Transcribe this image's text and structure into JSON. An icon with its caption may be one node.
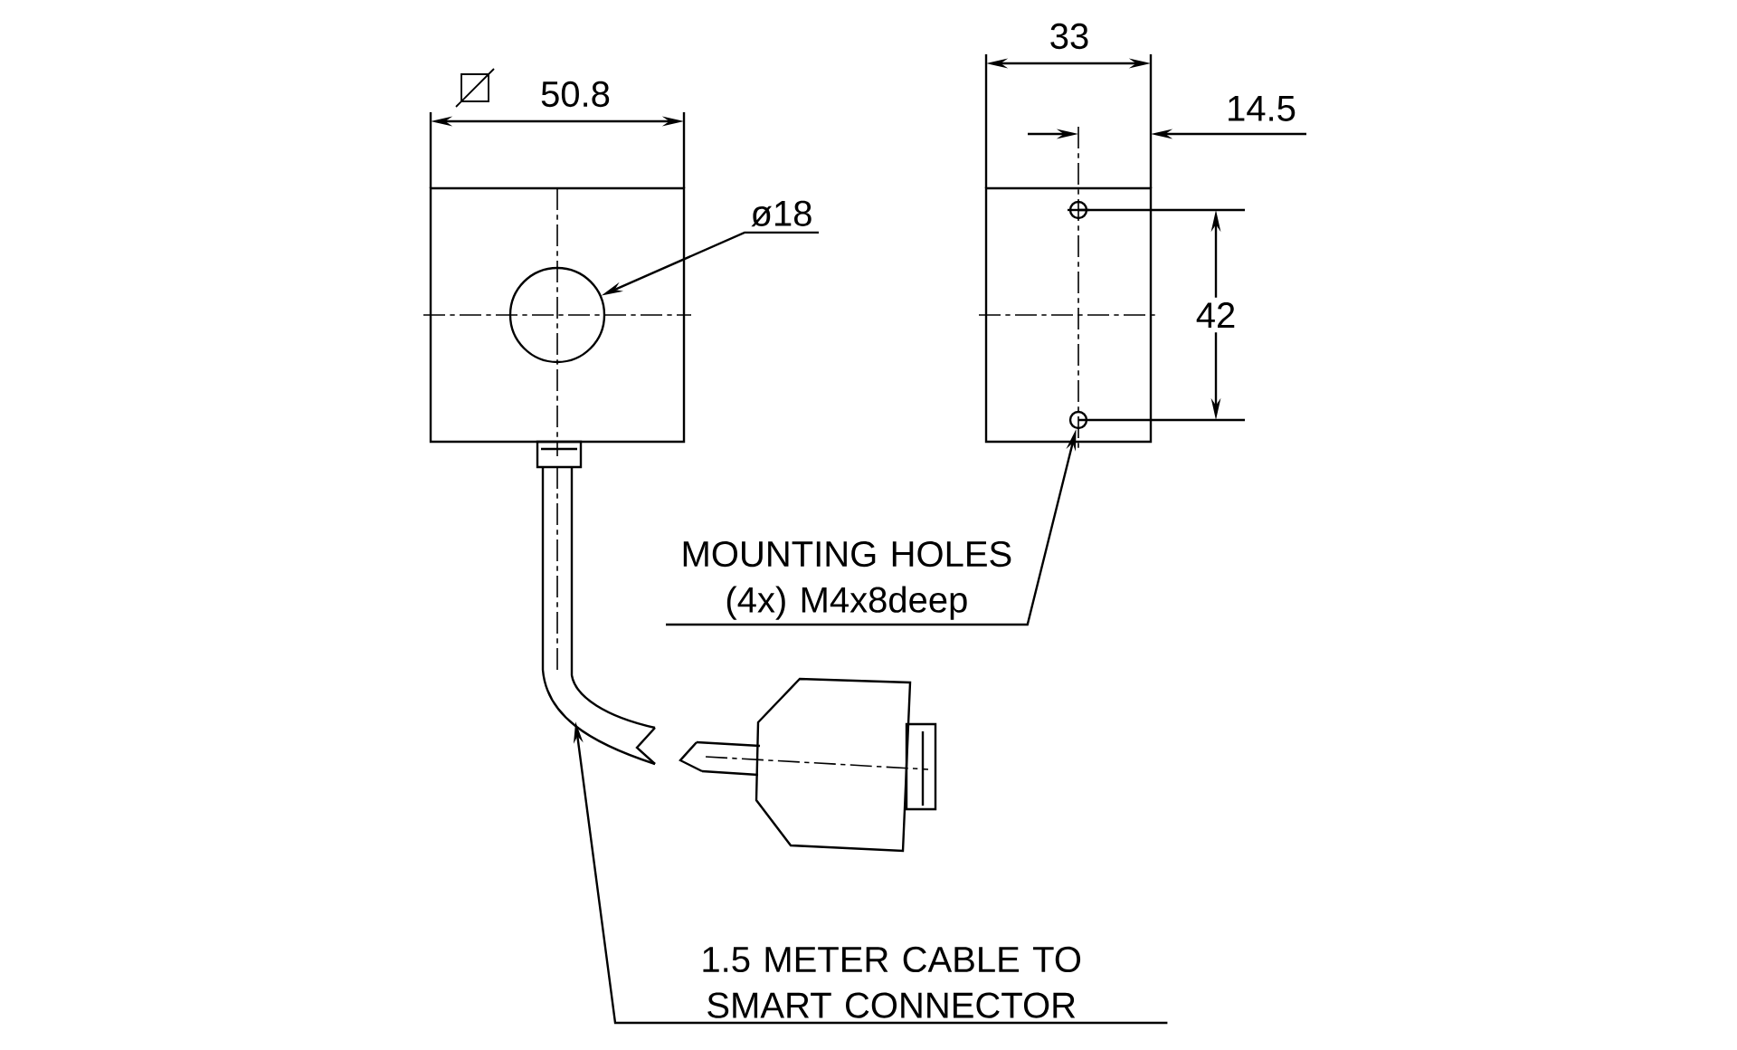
{
  "diagram": {
    "nodes": [
      {
        "text": [],
        "shape": "circle"
      },
      {
        "text": [
          "ø18"
        ]
      },
      {
        "text": [],
        "shape": "circle"
      },
      {
        "text": [
          "MOUNTING HOLES (4x) M4x8deep"
        ]
      },
      {
        "text": [],
        "shape": "cable"
      },
      {
        "text": [
          "1.5 METER CABLE TO SMART CONNECTOR"
        ]
      }
    ],
    "edges": [
      {
        "from": 1,
        "to": 0,
        "arrow": "to"
      },
      {
        "from": 3,
        "to": 2,
        "arrow": "to"
      },
      {
        "from": 5,
        "to": 4,
        "arrow": "to"
      }
    ],
    "labels": [
      "50.8",
      "33",
      "14.5",
      "42"
    ]
  }
}
